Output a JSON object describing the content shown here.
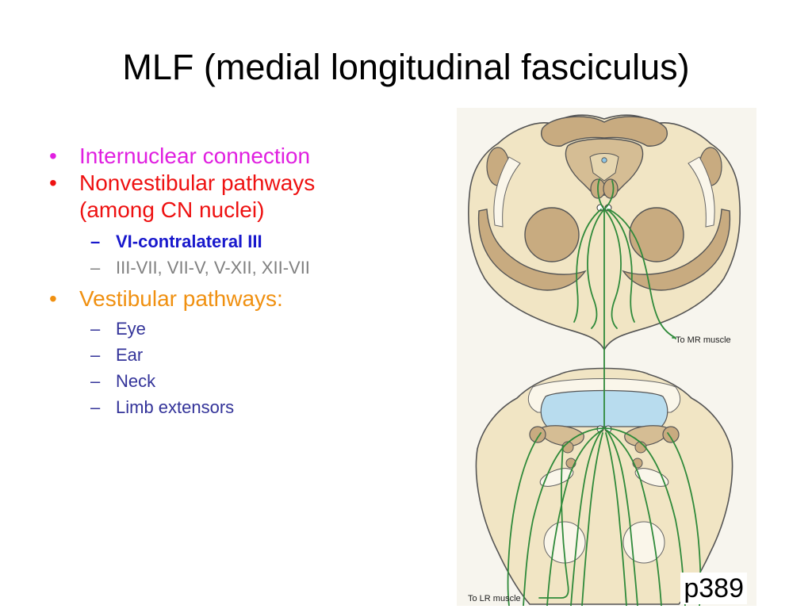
{
  "title": "MLF (medial longitudinal fasciculus)",
  "bullets": [
    {
      "text": "Internuclear connection",
      "color": "#e020e0",
      "marker": "•"
    },
    {
      "text": "Nonvestibular pathways",
      "color": "#ee1111",
      "marker": "•"
    },
    {
      "text": "(among CN nuclei)",
      "color": "#ee1111"
    },
    {
      "text": "VI-contralateral III",
      "color": "#1818cc",
      "marker": "–"
    },
    {
      "text": "III-VII, VII-V, V-XII, XII-VII",
      "color": "#808080",
      "marker": "–"
    },
    {
      "text": "Vestibular pathways:",
      "color": "#f09010",
      "marker": "•"
    },
    {
      "text": "Eye",
      "color": "#333399",
      "marker": "–"
    },
    {
      "text": "Ear",
      "color": "#333399",
      "marker": "–"
    },
    {
      "text": "Neck",
      "color": "#333399",
      "marker": "–"
    },
    {
      "text": "Limb extensors",
      "color": "#333399",
      "marker": "–"
    }
  ],
  "figure": {
    "label_mr": "To MR muscle",
    "label_lr": "To LR muscle",
    "colors": {
      "tissue_light": "#f1e5c4",
      "tissue_dark": "#c8ab80",
      "nucleus_blue": "#b8dcee",
      "fiber_green": "#2f8a3a"
    }
  },
  "page_ref": "p389"
}
